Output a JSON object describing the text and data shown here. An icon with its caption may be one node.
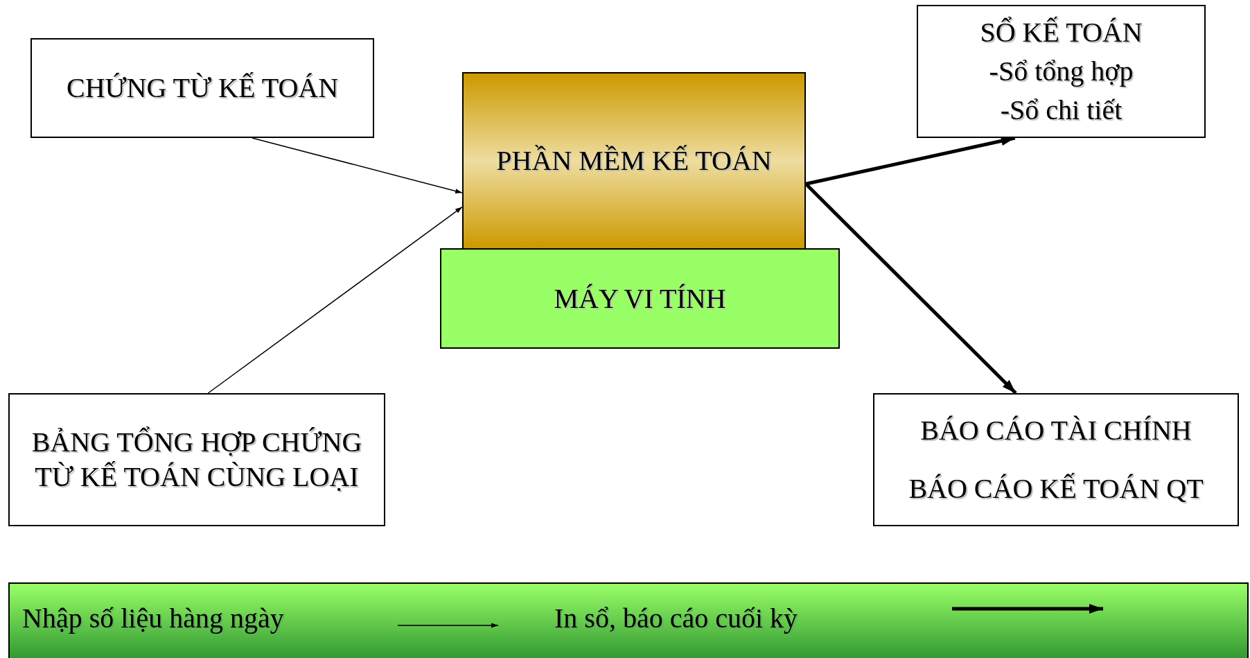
{
  "diagram": {
    "nodes": [
      {
        "text": [
          "CHỨNG TỪ KẾ TOÁN"
        ]
      },
      {
        "text": [
          "PHẦN MỀM KẾ TOÁN"
        ]
      },
      {
        "text": [
          "MÁY VI TÍNH"
        ]
      },
      {
        "text": [
          "SỔ KẾ TOÁN",
          "-Sổ tổng hợp",
          "-Sổ chi tiết"
        ]
      },
      {
        "text": [
          "BẢNG TỔNG HỢP CHỨNG TỪ KẾ TOÁN CÙNG LOẠI"
        ]
      },
      {
        "text": [
          "BÁO CÁO TÀI CHÍNH",
          "BÁO CÁO KẾ TOÁN QT"
        ]
      }
    ],
    "edges": [
      {
        "from": 0,
        "to": 1,
        "arrow": "to"
      },
      {
        "from": 4,
        "to": 1,
        "arrow": "to"
      },
      {
        "from": 1,
        "to": 3,
        "arrow": "to",
        "style": "thick"
      },
      {
        "from": 1,
        "to": 5,
        "arrow": "to",
        "style": "thick"
      }
    ],
    "legend": [
      {
        "text": "Nhập số liệu hàng ngày"
      },
      {
        "text": "In sổ, báo cáo cuối kỳ"
      }
    ]
  }
}
